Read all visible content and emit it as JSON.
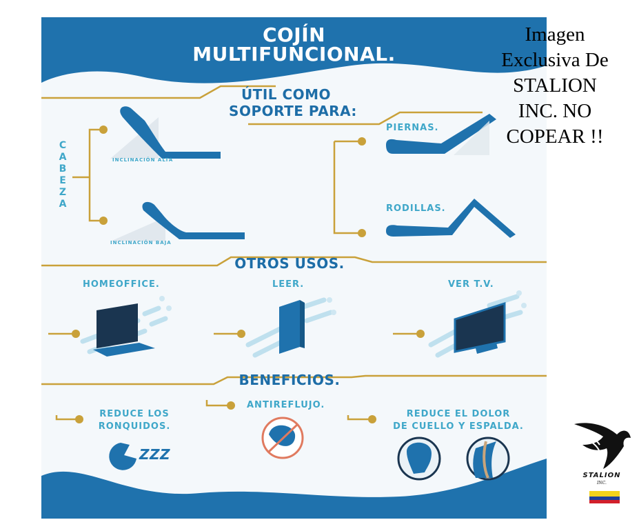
{
  "poster": {
    "title_line1": "COJÍN",
    "title_line2": "MULTIFUNCIONAL.",
    "support_title_line1": "ÚTIL COMO",
    "support_title_line2": "SOPORTE PARA:",
    "cabeza": [
      "C",
      "A",
      "B",
      "E",
      "Z",
      "A"
    ],
    "inclinacion_alta": "INCLINACIÓN ALTA",
    "inclinacion_baja": "INCLINACIÓN BAJA",
    "piernas": "PIERNAS.",
    "rodillas": "RODILLAS.",
    "otros_usos": "OTROS USOS.",
    "homeoffice": "HOMEOFFICE.",
    "leer": "LEER.",
    "ver_tv": "VER T.V.",
    "beneficios": "BENEFICIOS.",
    "ronquidos_line1": "REDUCE LOS",
    "ronquidos_line2": "RONQUIDOS.",
    "antireflujo": "ANTIREFLUJO.",
    "dolor_line1": "REDUCE EL DOLOR",
    "dolor_line2": "DE CUELLO Y ESPALDA.",
    "zzz": "ZZZ"
  },
  "watermark": [
    "Imagen",
    "Exclusiva De",
    "STALION",
    "INC. NO",
    "COPEAR !!"
  ],
  "logo": {
    "brand": "STALION",
    "sub": "INC."
  },
  "colors": {
    "blue_dark": "#1d6da7",
    "blue_light": "#3fa7c9",
    "gold": "#c9a13a",
    "bg": "#f4f8fb"
  }
}
